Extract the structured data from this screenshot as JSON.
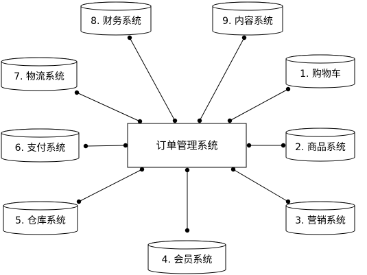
{
  "center": {
    "label": "订单管理系统"
  },
  "systems": [
    {
      "label": "1. 购物车"
    },
    {
      "label": "2. 商品系统"
    },
    {
      "label": "3. 营销系统"
    },
    {
      "label": "4. 会员系统"
    },
    {
      "label": "5. 仓库系统"
    },
    {
      "label": "6. 支付系统"
    },
    {
      "label": "7. 物流系统"
    },
    {
      "label": "8. 财务系统"
    },
    {
      "label": "9. 内容系统"
    }
  ]
}
